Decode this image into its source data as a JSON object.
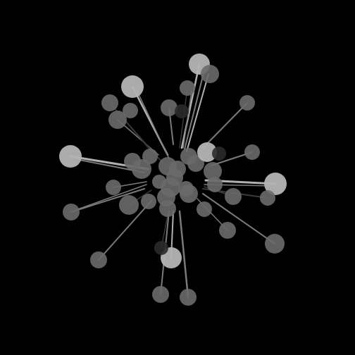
{
  "colors": {
    "background": "#000000",
    "node_dark": "#2a2a2a",
    "node_mid": "#6a6a6a",
    "node_light": "#b4b4b4",
    "edge_dark": "#3a3a3a",
    "edge_mid": "#7a7a7a",
    "edge_light": "#b0b0b0"
  },
  "graph": {
    "layout": "radial",
    "node_count": 56,
    "edge_count": 30
  }
}
